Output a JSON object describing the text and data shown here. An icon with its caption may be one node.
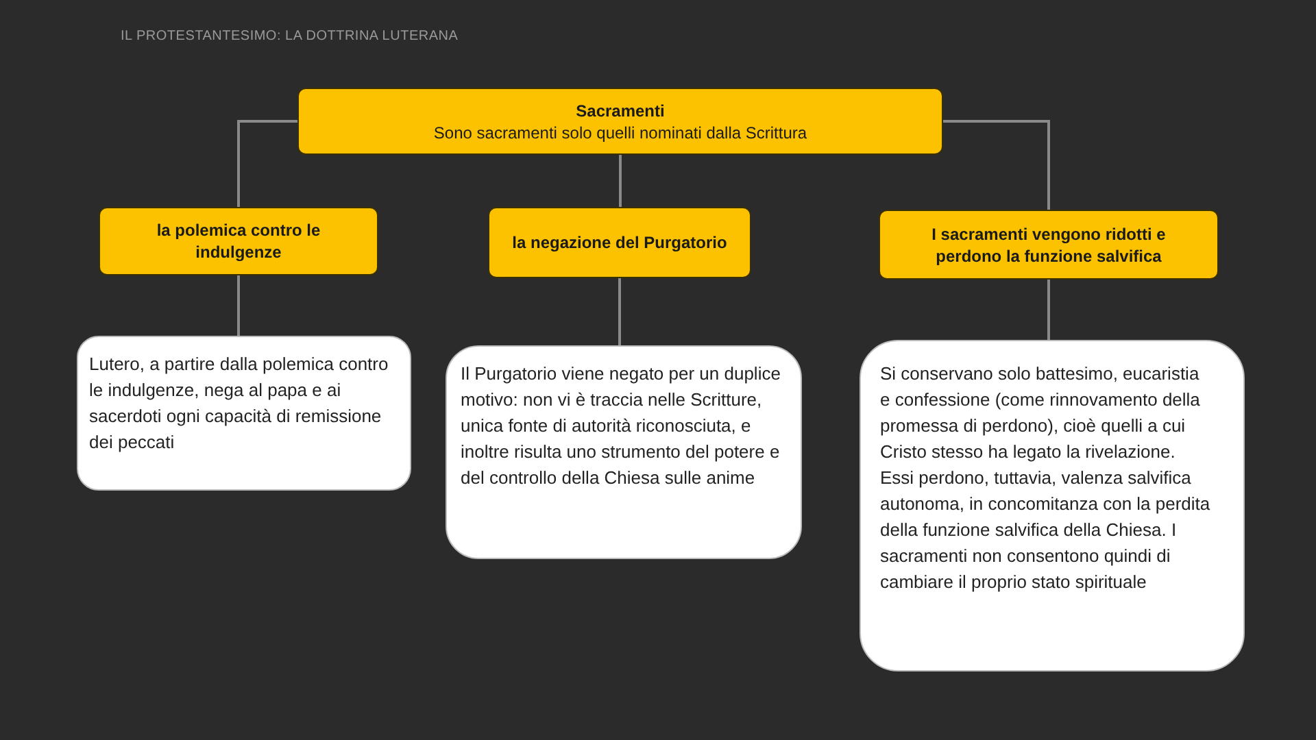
{
  "diagram": {
    "nodes": [
      {
        "text": [
          "Sacramenti",
          "Sono sacramenti solo quelli nominati dalla Scrittura"
        ]
      },
      {
        "text": [
          "la polemica contro le indulgenze"
        ]
      },
      {
        "text": [
          "la negazione del Purgatorio"
        ]
      },
      {
        "text": [
          "I sacramenti vengono ridotti e perdono la funzione salvifica"
        ]
      },
      {
        "text": [
          "Lutero, a partire dalla polemica contro le indulgenze, nega al papa e ai sacerdoti ogni capacità di remissione dei peccati"
        ]
      },
      {
        "text": [
          "Il Purgatorio viene negato per un duplice motivo: non vi è traccia nelle Scritture, unica fonte di autorità riconosciuta, e inoltre risulta uno strumento del potere e del controllo della Chiesa sulle anime"
        ]
      },
      {
        "text": [
          "Si conservano solo battesimo, eucaristia e confessione (come rinnovamento della promessa di perdono), cioè quelli a cui Cristo stesso ha legato la rivelazione. Essi perdono, tuttavia, valenza salvifica autonoma, in concomitanza con la perdita della funzione salvifica della Chiesa. I sacramenti non consentono quindi di cambiare il proprio stato spirituale"
        ]
      }
    ],
    "edges": [
      {
        "from": 0,
        "to": 1,
        "arrow": "none"
      },
      {
        "from": 0,
        "to": 2,
        "arrow": "none"
      },
      {
        "from": 0,
        "to": 3,
        "arrow": "none"
      },
      {
        "from": 1,
        "to": 4,
        "arrow": "none"
      },
      {
        "from": 2,
        "to": 5,
        "arrow": "none"
      },
      {
        "from": 3,
        "to": 6,
        "arrow": "none"
      }
    ],
    "labels": [
      "IL PROTESTANTESIMO: LA DOTTRINA LUTERANA"
    ]
  }
}
